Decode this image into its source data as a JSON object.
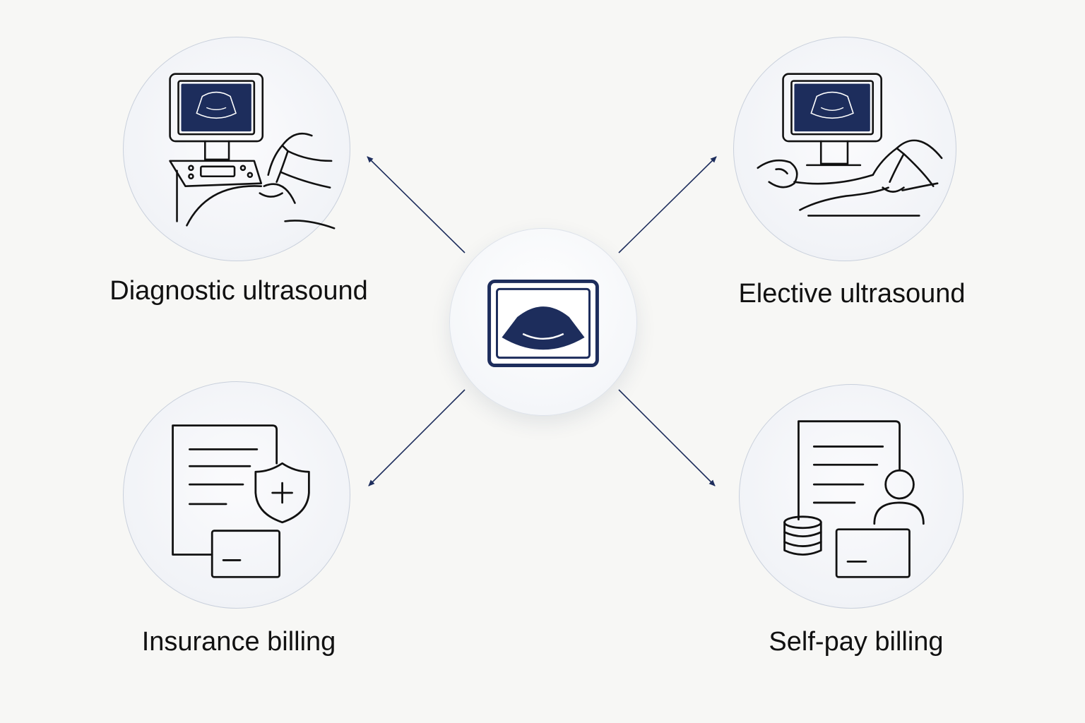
{
  "colors": {
    "background": "#f7f7f5",
    "navy": "#1d2d5c",
    "ink": "#111111",
    "circle_border": "#c9d0dc"
  },
  "hub": {
    "icon": "ultrasound-monitor-icon"
  },
  "nodes": [
    {
      "id": "diagnostic",
      "label": "Diagnostic ultrasound",
      "icon": "ultrasound-machine-exam-icon"
    },
    {
      "id": "elective",
      "label": "Elective ultrasound",
      "icon": "ultrasound-patient-exam-icon"
    },
    {
      "id": "insurance",
      "label": "Insurance billing",
      "icon": "insurance-document-shield-card-icon"
    },
    {
      "id": "selfpay",
      "label": "Self-pay billing",
      "icon": "self-pay-document-person-coins-card-icon"
    }
  ]
}
